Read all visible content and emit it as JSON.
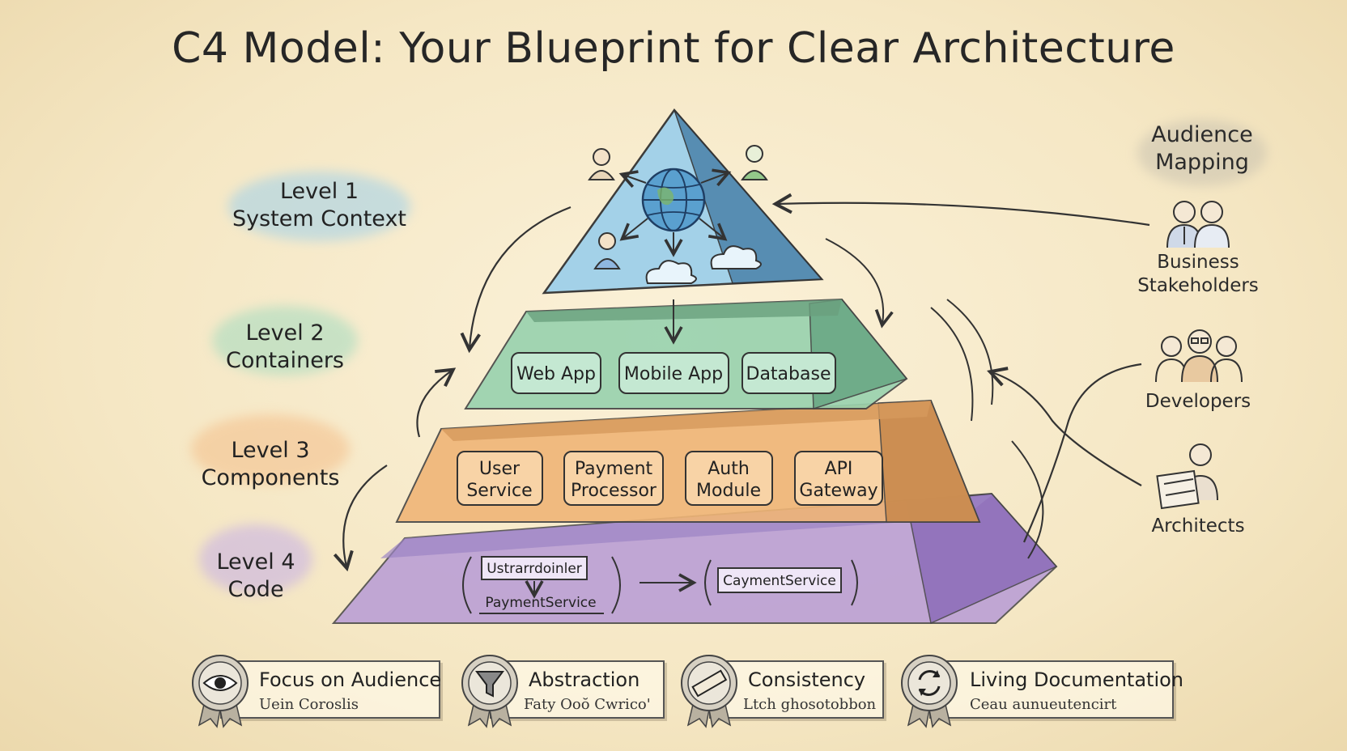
{
  "title": "C4 Model: Your Blueprint for Clear Architecture",
  "levels": [
    {
      "line1": "Level 1",
      "line2": "System Context",
      "color": "#9fd0ea"
    },
    {
      "line1": "Level 2",
      "line2": "Containers",
      "color": "#a9dcc0"
    },
    {
      "line1": "Level 3",
      "line2": "Components",
      "color": "#f4c28f"
    },
    {
      "line1": "Level 4",
      "line2": "Code",
      "color": "#c9b3e4"
    }
  ],
  "containers": [
    "Web App",
    "Mobile App",
    "Database"
  ],
  "components": [
    {
      "line1": "User",
      "line2": "Service"
    },
    {
      "line1": "Payment",
      "line2": "Processor"
    },
    {
      "line1": "Auth",
      "line2": "Module"
    },
    {
      "line1": "API",
      "line2": "Gateway"
    }
  ],
  "code": {
    "class_a": "Ustrarrdoinler",
    "class_b": "PaymentService",
    "class_c": "CaymentService"
  },
  "audience": {
    "title_line1": "Audience",
    "title_line2": "Mapping",
    "groups": [
      {
        "line1": "Business",
        "line2": "Stakeholders",
        "icon": "business-people-icon"
      },
      {
        "line1": "Developers",
        "line2": "",
        "icon": "developers-icon"
      },
      {
        "line1": "Architects",
        "line2": "",
        "icon": "architect-icon"
      }
    ]
  },
  "principles": [
    {
      "title": "Focus on Audience",
      "subtitle": "Uein Coroslis",
      "icon": "eye-icon"
    },
    {
      "title": "Abstraction",
      "subtitle": "Faty Ooŏ Cwrico'",
      "icon": "funnel-icon"
    },
    {
      "title": "Consistency",
      "subtitle": "Ltch ghosotobbon",
      "icon": "ruler-icon"
    },
    {
      "title": "Living Documentation",
      "subtitle": "Ceau aunueutencirt",
      "icon": "refresh-icon"
    }
  ]
}
